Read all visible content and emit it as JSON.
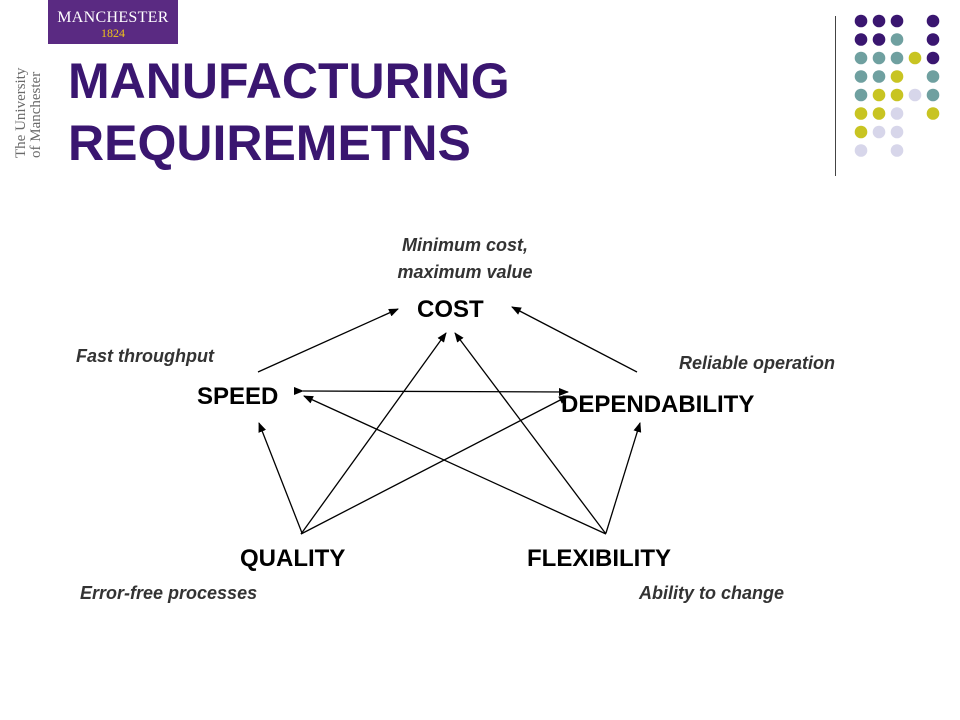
{
  "logo": {
    "name": "MANCHESTER",
    "year": "1824"
  },
  "side_text": {
    "line1": "The University",
    "line2": "of Manchester"
  },
  "title": {
    "line1": "MANUFACTURING",
    "line2": "REQUIREMETNS"
  },
  "colors": {
    "purple": "#3a1670",
    "teal": "#6fa0a0",
    "yellow": "#c8c422",
    "lavender": "#d7d6ea"
  },
  "dots": [
    "purple",
    "purple",
    "purple",
    "",
    "purple",
    "purple",
    "purple",
    "teal",
    "",
    "purple",
    "teal",
    "teal",
    "teal",
    "yellow",
    "purple",
    "teal",
    "teal",
    "yellow",
    "",
    "teal",
    "teal",
    "yellow",
    "yellow",
    "lavender",
    "teal",
    "yellow",
    "yellow",
    "lavender",
    "",
    "yellow",
    "yellow",
    "lavender",
    "lavender",
    "",
    "",
    "lavender",
    "",
    "lavender",
    ""
  ],
  "nodes": {
    "cost": "COST",
    "speed": "SPEED",
    "dependability": "DEPENDABILITY",
    "quality": "QUALITY",
    "flexibility": "FLEXIBILITY"
  },
  "notes": {
    "cost_line1": "Minimum cost,",
    "cost_line2": "maximum value",
    "speed": "Fast throughput",
    "dependability": "Reliable operation",
    "quality": "Error-free processes",
    "flexibility": "Ability to change"
  }
}
